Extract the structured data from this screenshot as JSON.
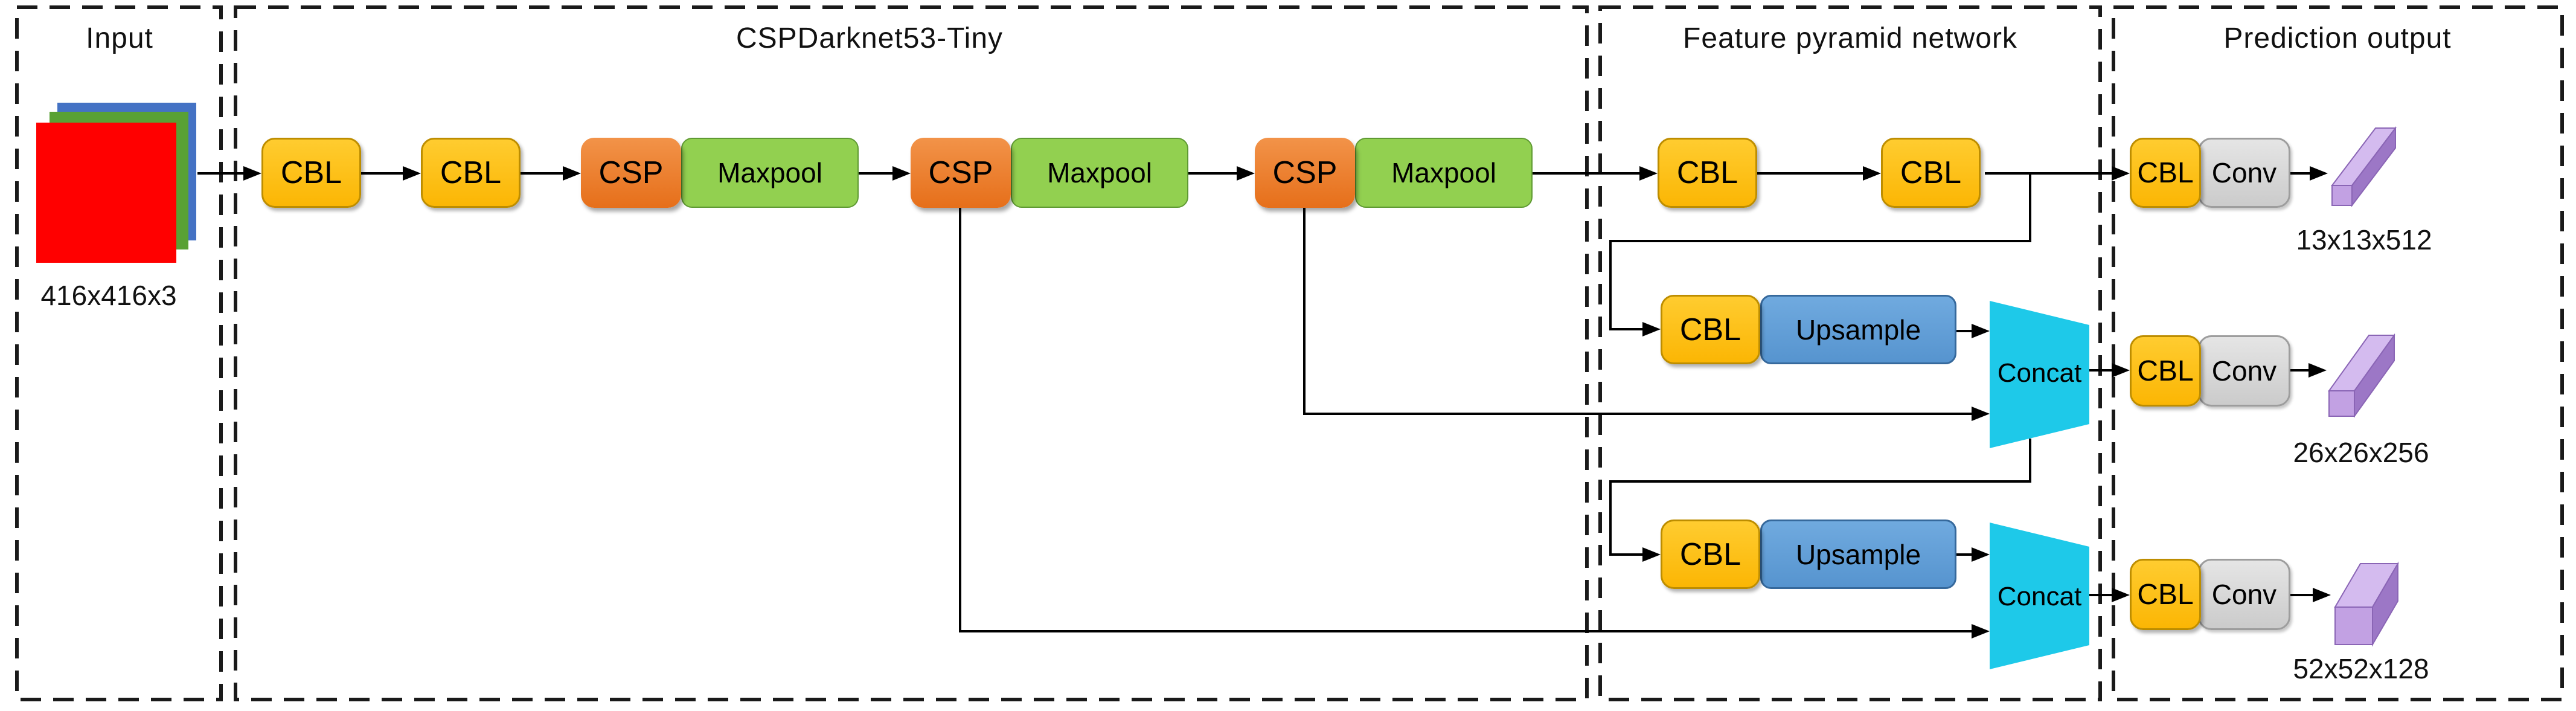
{
  "sections": {
    "input": {
      "title": "Input"
    },
    "backbone": {
      "title": "CSPDarknet53-Tiny"
    },
    "fpn": {
      "title": "Feature pyramid network"
    },
    "prediction": {
      "title": "Prediction output"
    }
  },
  "input_image": {
    "dimensions_label": "416x416x3",
    "channel_colors": {
      "red": "#FF0000",
      "green": "#59A134",
      "blue": "#4472C4"
    }
  },
  "block_labels": {
    "cbl": "CBL",
    "csp": "CSP",
    "maxpool": "Maxpool",
    "upsample": "Upsample",
    "concat": "Concat",
    "conv": "Conv"
  },
  "outputs": [
    {
      "scale_label": "13x13x512"
    },
    {
      "scale_label": "26x26x256"
    },
    {
      "scale_label": "52x52x128"
    }
  ],
  "colors": {
    "cbl": "#FBB604",
    "csp": "#ED7D31",
    "maxpool": "#92D050",
    "upsample": "#5B9BD5",
    "concat": "#1EC9E9",
    "conv": "#D9D9D9",
    "output_tensor": "#C2A1E3",
    "connector": "#000000"
  }
}
